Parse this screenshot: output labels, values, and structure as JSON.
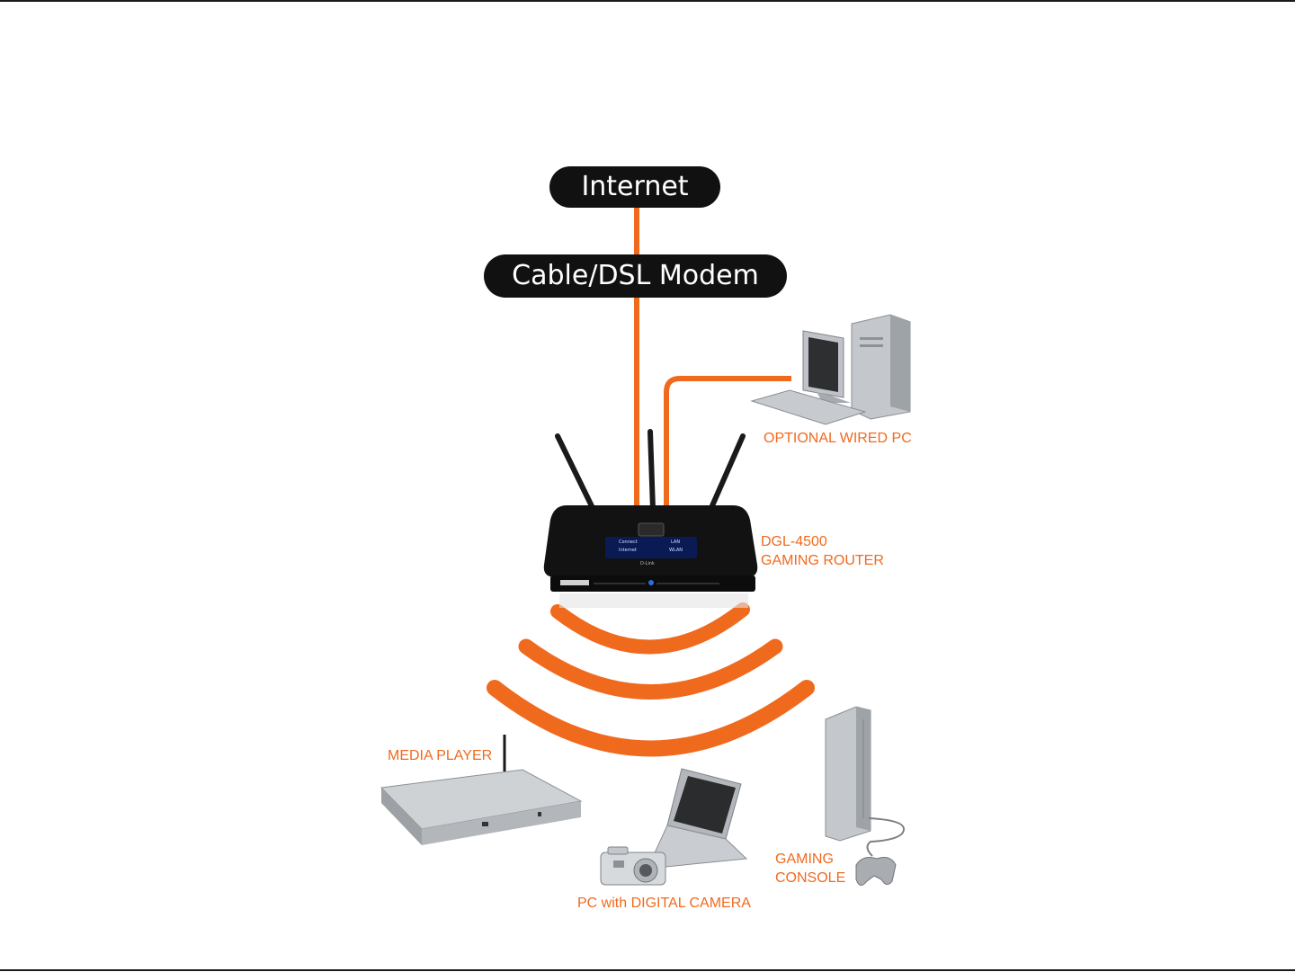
{
  "nodes": {
    "internet": "Internet",
    "modem": "Cable/DSL Modem"
  },
  "labels": {
    "wired_pc": "OPTIONAL WIRED PC",
    "router_line1": "DGL-4500",
    "router_line2": "GAMING ROUTER",
    "media_player": "MEDIA PLAYER",
    "camera_pc": "PC with DIGITAL CAMERA",
    "console_line1": "GAMING",
    "console_line2": "CONSOLE"
  },
  "router_screen": {
    "connect": "Connect",
    "internet": "Internet",
    "lan": "LAN",
    "wlan": "WLAN",
    "brand": "D-Link"
  },
  "colors": {
    "accent": "#f06a1e",
    "pill": "#111111",
    "device_gray": "#b8bcc0"
  }
}
